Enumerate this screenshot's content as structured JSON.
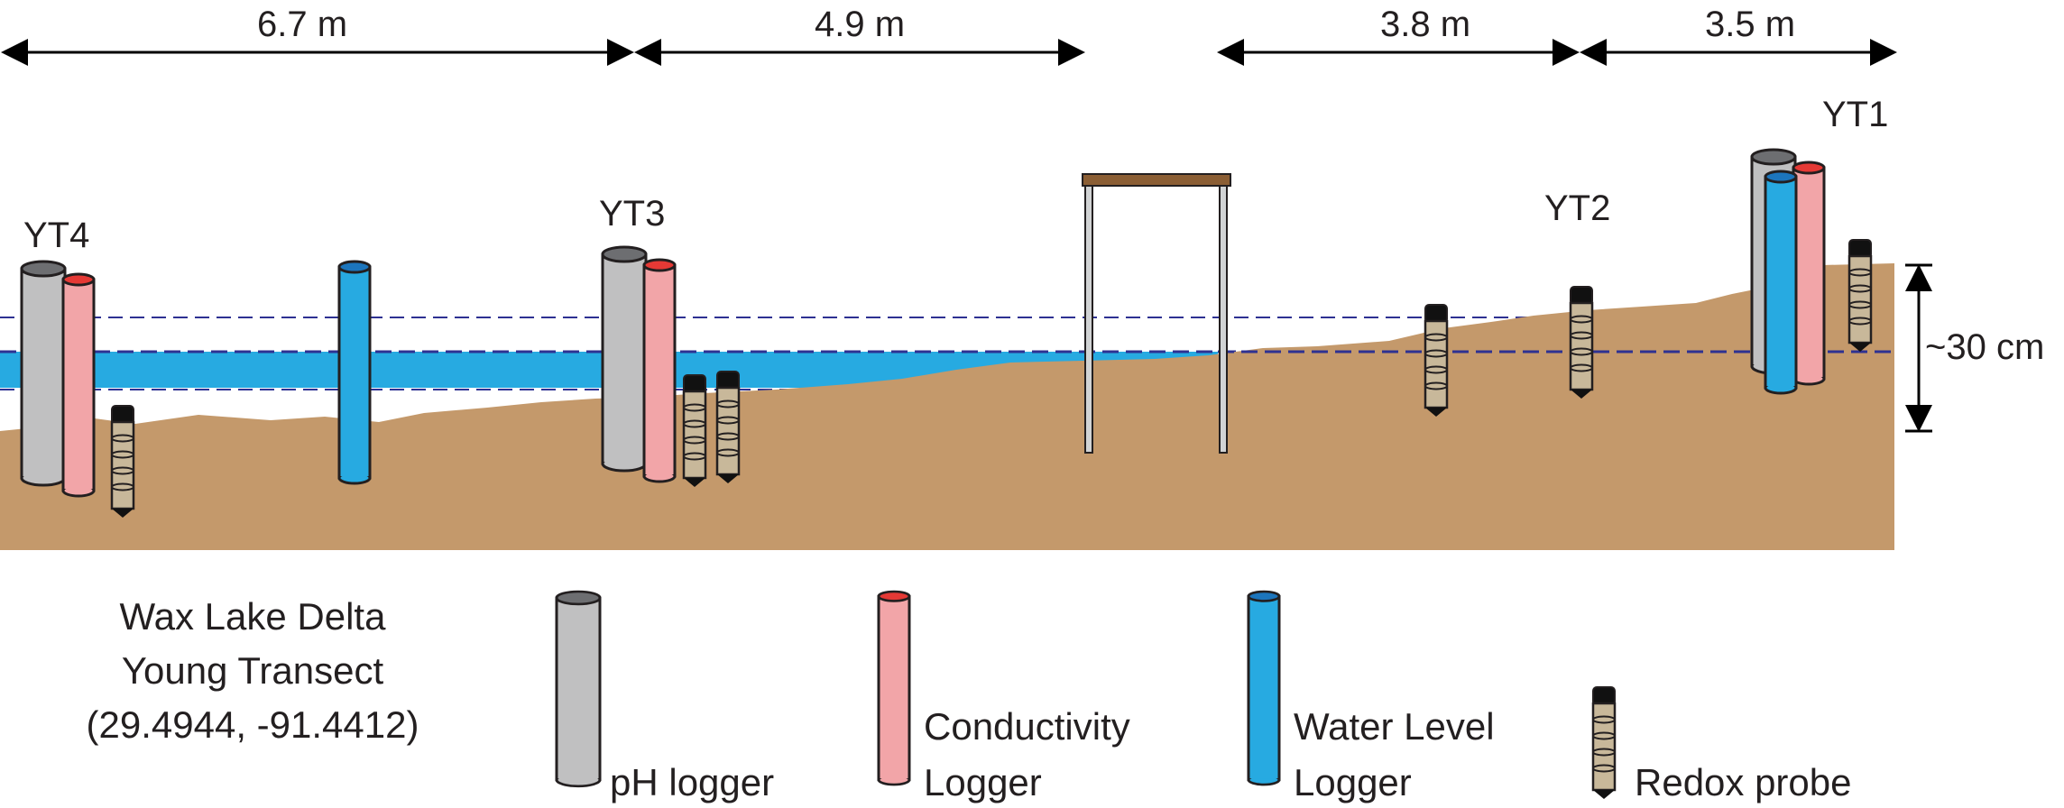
{
  "dimensions": {
    "d1": "6.7 m",
    "d2": "4.9 m",
    "d3": "3.8 m",
    "d4": "3.5 m",
    "depth": "~30 cm"
  },
  "sites": {
    "yt4": "YT4",
    "yt3": "YT3",
    "yt2": "YT2",
    "yt1": "YT1"
  },
  "title": {
    "line1": "Wax Lake Delta",
    "line2": "Young Transect",
    "line3": "(29.4944, -91.4412)"
  },
  "legend": {
    "ph_line1": "pH logger",
    "cond_line1": "Conductivity",
    "cond_line2": "Logger",
    "water_line1": "Water Level",
    "water_line2": "Logger",
    "redox_line1": "Redox probe"
  },
  "colors": {
    "soil": "#c4996b",
    "water": "#27aae1",
    "ph_logger": "#c0c0c0",
    "conductivity_logger": "#f2a5a8",
    "water_level_logger": "#27aae1",
    "redox_probe": "#c8b89a",
    "dashed_line": "#2e3192",
    "frame": "#8b5e34"
  }
}
